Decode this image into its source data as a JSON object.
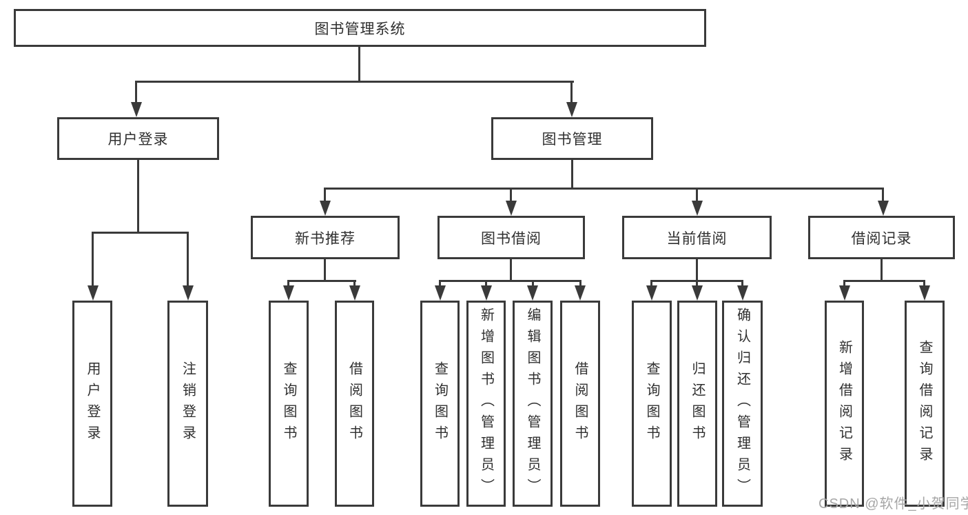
{
  "diagram_title": "图书管理系统",
  "tree": {
    "label": "图书管理系统",
    "children": [
      {
        "label": "用户登录",
        "children": [
          {
            "label": "用户登录"
          },
          {
            "label": "注销登录"
          }
        ]
      },
      {
        "label": "图书管理",
        "children": [
          {
            "label": "新书推荐",
            "children": [
              {
                "label": "查询图书"
              },
              {
                "label": "借阅图书"
              }
            ]
          },
          {
            "label": "图书借阅",
            "children": [
              {
                "label": "查询图书"
              },
              {
                "label": "新增图书（管理员）"
              },
              {
                "label": "编辑图书（管理员）"
              },
              {
                "label": "借阅图书"
              }
            ]
          },
          {
            "label": "当前借阅",
            "children": [
              {
                "label": "查询图书"
              },
              {
                "label": "归还图书"
              },
              {
                "label": "确认归还（管理员）"
              }
            ]
          },
          {
            "label": "借阅记录",
            "children": [
              {
                "label": "新增借阅记录"
              },
              {
                "label": "查询借阅记录"
              }
            ]
          }
        ]
      }
    ]
  },
  "watermark": "CSDN @软件_小贺同学",
  "colors": {
    "line": "#3a3a3a",
    "box_border": "#3a3a3a",
    "box_fill": "#ffffff",
    "text": "#2f2f2f",
    "watermark_text": "#a6a6a6",
    "background": "#ffffff"
  }
}
